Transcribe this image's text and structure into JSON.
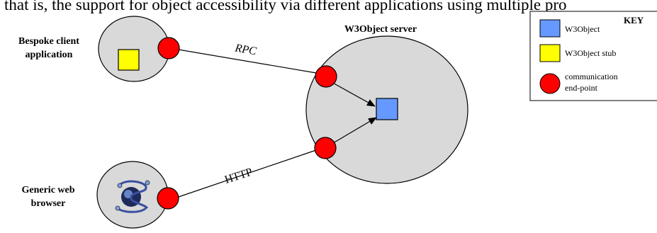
{
  "caption": "that is, the support for object accessibility via different applications using multiple pro",
  "nodes": {
    "client": {
      "label_line1": "Bespoke client",
      "label_line2": "application"
    },
    "browser": {
      "label_line1": "Generic web",
      "label_line2": "browser"
    },
    "server": {
      "label": "W3Object server"
    }
  },
  "edges": {
    "rpc": {
      "label": "RPC"
    },
    "http": {
      "label": "HTTP"
    }
  },
  "key": {
    "title": "KEY",
    "items": [
      {
        "label": "W3Object",
        "icon": "blue-square-icon"
      },
      {
        "label": "W3Object stub",
        "icon": "yellow-square-icon"
      },
      {
        "label_line1": "communication",
        "label_line2": "end-point",
        "icon": "red-circle-icon"
      }
    ]
  },
  "colors": {
    "node_fill": "#d9d9d9",
    "w3object": "#6699ff",
    "stub": "#ffff00",
    "endpoint": "#ff0000"
  }
}
